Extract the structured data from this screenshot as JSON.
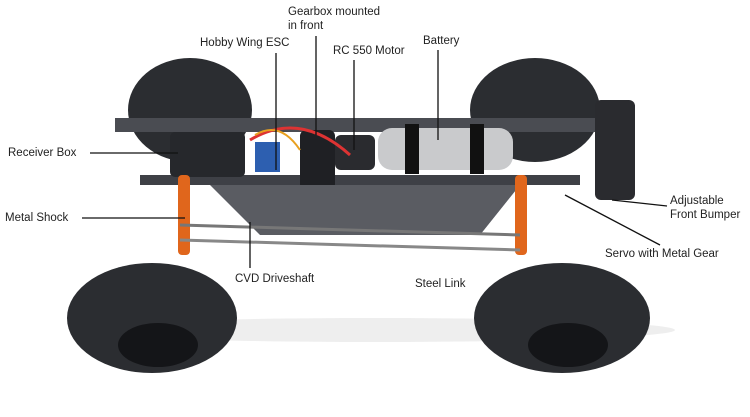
{
  "labels": {
    "gearbox_line1": "Gearbox mounted",
    "gearbox_line2": "in front",
    "esc": "Hobby Wing ESC",
    "motor": "RC 550 Motor",
    "battery": "Battery",
    "receiver": "Receiver Box",
    "shock": "Metal Shock",
    "driveshaft": "CVD  Driveshaft",
    "steel_link": "Steel Link",
    "bumper_line1": "Adjustable",
    "bumper_line2": "Front Bumper",
    "servo": "Servo with Metal Gear"
  },
  "colors": {
    "tire": "#2b2d31",
    "chassis": "#4a4c52",
    "shock": "#e0661c",
    "battery": "#c9cacc"
  }
}
